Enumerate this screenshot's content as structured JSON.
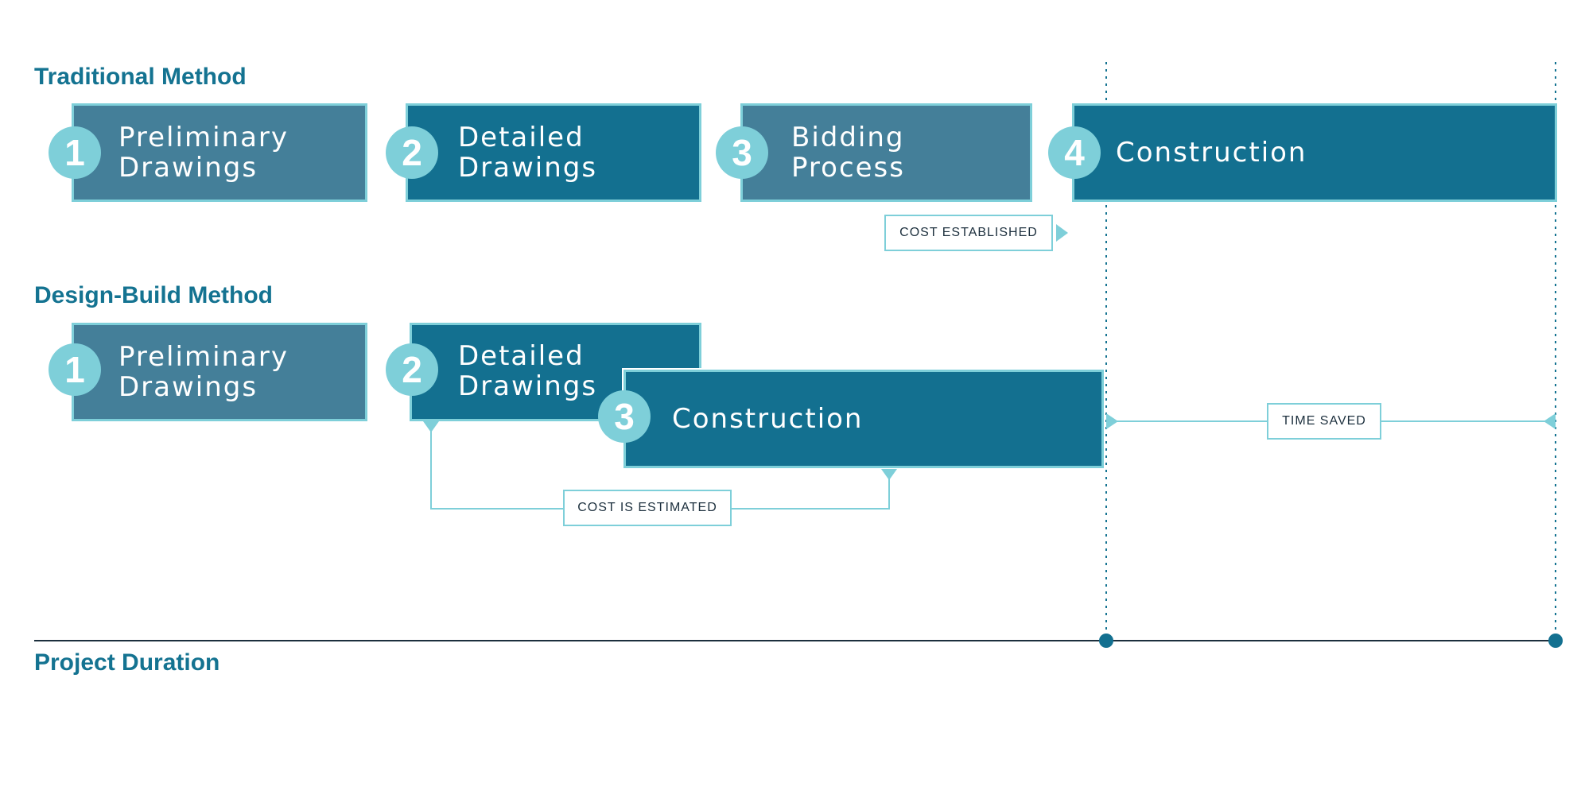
{
  "colors": {
    "title": "#147391",
    "step_slate": "#447f99",
    "step_teal": "#137090",
    "accent_light": "#7ecfd9",
    "timeline": "#1c2f3d",
    "timeline_dot": "#137090"
  },
  "traditional": {
    "title": "Traditional Method",
    "steps": [
      {
        "number": "1",
        "label": "Preliminary\nDrawings"
      },
      {
        "number": "2",
        "label": "Detailed\nDrawings"
      },
      {
        "number": "3",
        "label": "Bidding\nProcess"
      },
      {
        "number": "4",
        "label": "Construction"
      }
    ],
    "callout": "COST ESTABLISHED"
  },
  "design_build": {
    "title": "Design-Build Method",
    "steps": [
      {
        "number": "1",
        "label": "Preliminary\nDrawings"
      },
      {
        "number": "2",
        "label": "Detailed\nDrawings"
      },
      {
        "number": "3",
        "label": "Construction"
      }
    ],
    "callout_cost": "COST IS ESTIMATED",
    "callout_time": "TIME SAVED"
  },
  "timeline": {
    "label": "Project Duration"
  }
}
